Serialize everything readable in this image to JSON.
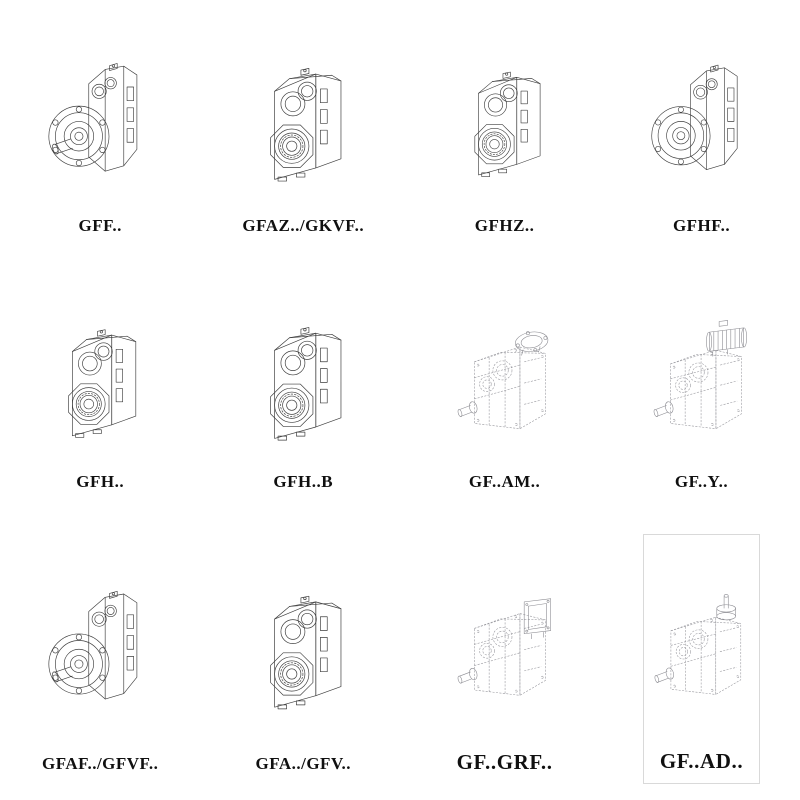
{
  "page": {
    "background": "#ffffff",
    "ink_color": "#3f3f3f",
    "phantom_color": "#97979d",
    "label_color": "#101010"
  },
  "products": [
    {
      "label": "GFF..",
      "drawing": "gearbox-flange-shaft-drawing"
    },
    {
      "label": "GFAZ../GKVF..",
      "drawing": "gearbox-angled-drawing"
    },
    {
      "label": "GFHZ..",
      "drawing": "gearbox-angled-drawing"
    },
    {
      "label": "GFHF..",
      "drawing": "gearbox-flange-hollow-drawing"
    },
    {
      "label": "GFH..",
      "drawing": "gearbox-angled-drawing"
    },
    {
      "label": "GFH..B",
      "drawing": "gearbox-angled-drawing"
    },
    {
      "label": "GF..AM..",
      "drawing": "gearbox-phantom-flange-drawing"
    },
    {
      "label": "GF..Y..",
      "drawing": "gearbox-phantom-motor-drawing"
    },
    {
      "label": "GFAF../GFVF..",
      "drawing": "gearbox-flange-shaft-drawing"
    },
    {
      "label": "GFA../GFV..",
      "drawing": "gearbox-angled-drawing"
    },
    {
      "label": "GF..GRF..",
      "drawing": "gearbox-phantom-adapter-drawing"
    },
    {
      "label": "GF..AD..",
      "drawing": "gearbox-phantom-input-shaft-drawing"
    }
  ]
}
